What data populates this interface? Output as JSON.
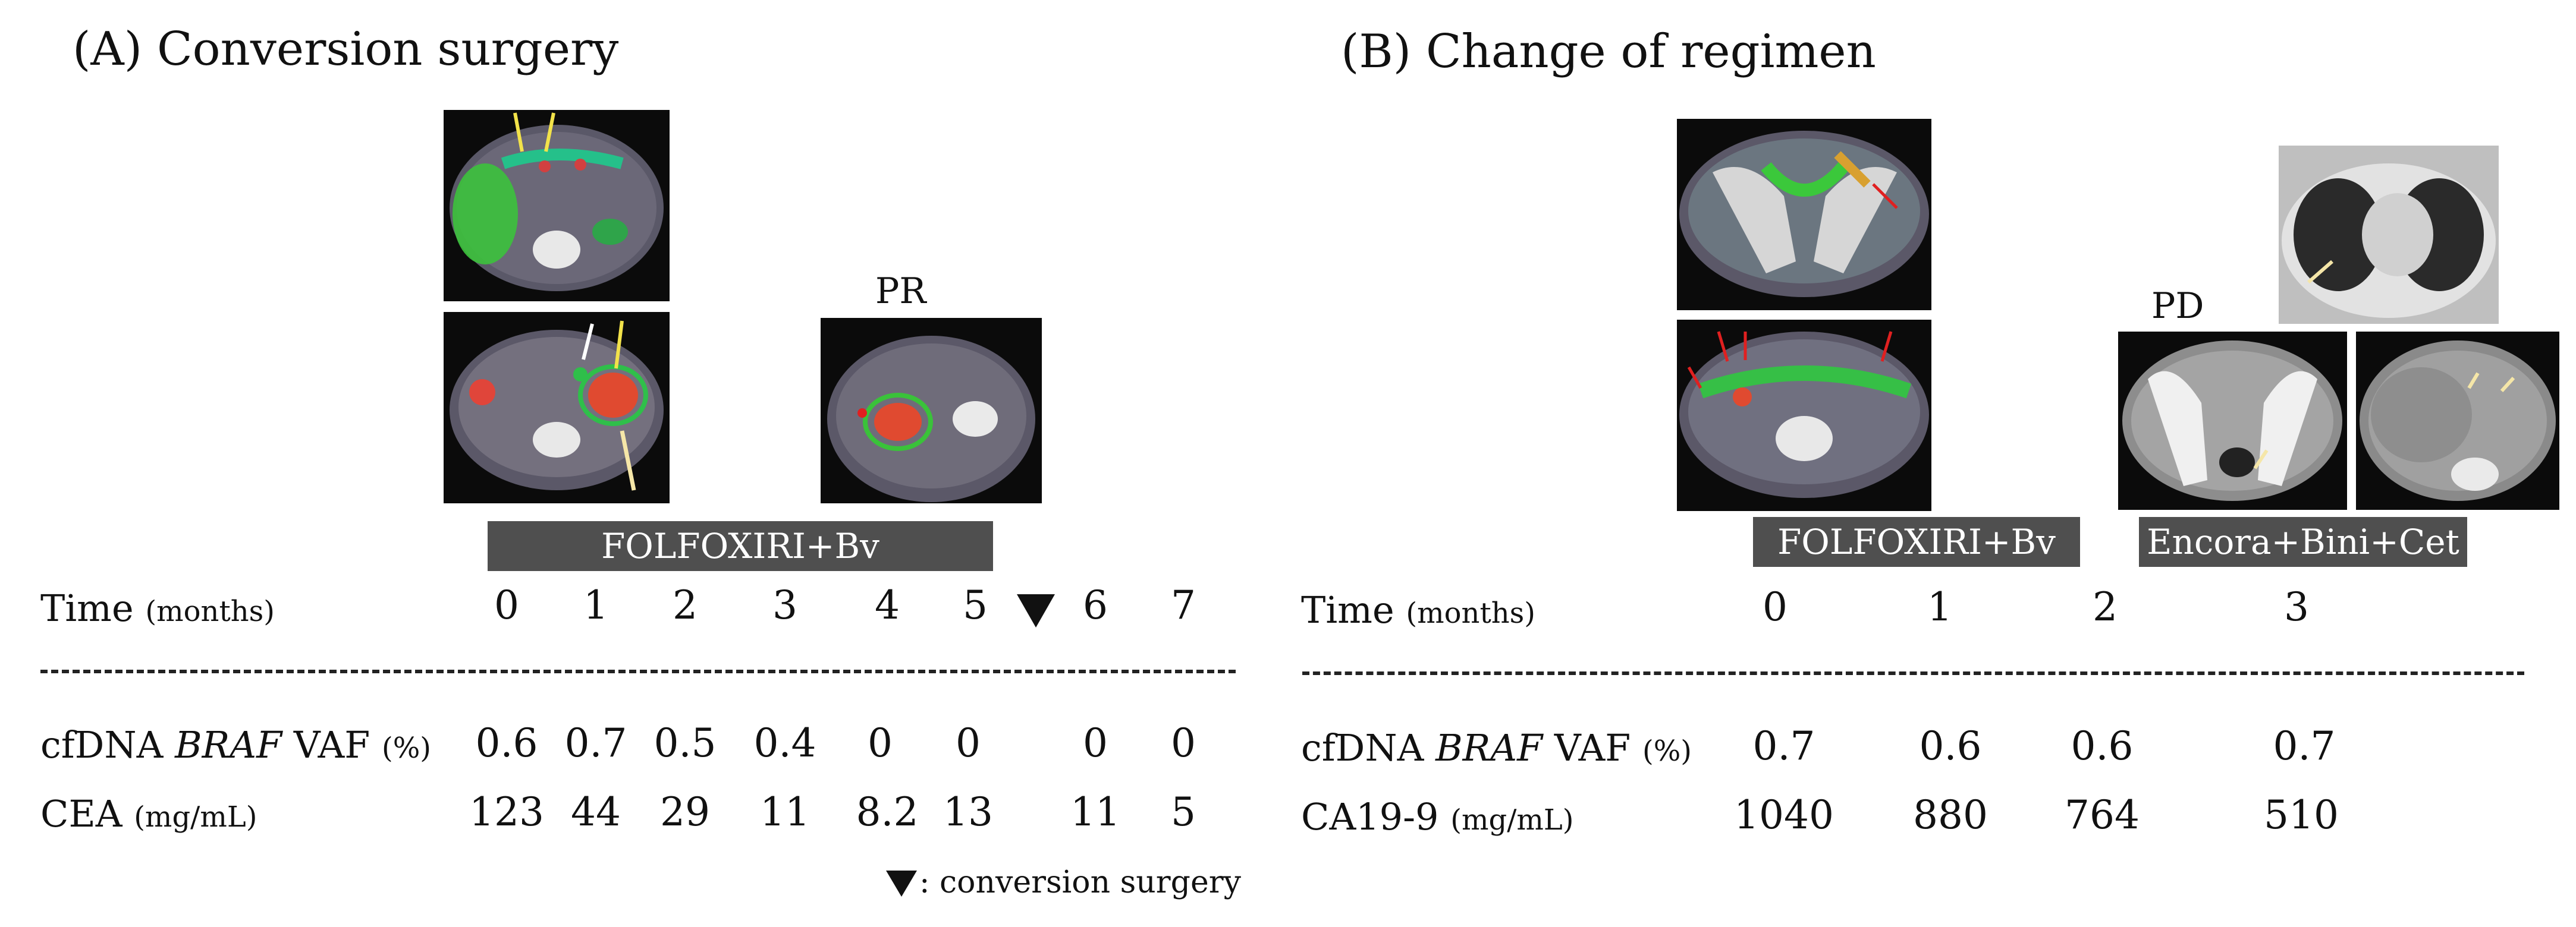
{
  "panelA": {
    "title": "(A) Conversion surgery",
    "pr_label": "PR",
    "regimen": "FOLFOXIRI+Bv",
    "time_label": "Time",
    "time_unit": "(months)",
    "months": [
      "0",
      "1",
      "2",
      "3",
      "4",
      "5",
      "6",
      "7"
    ],
    "vaf_label_prefix": "cfDNA ",
    "vaf_label_gene": "BRAF",
    "vaf_label_suffix": " VAF",
    "vaf_unit": "(%)",
    "vaf_values": [
      "0.6",
      "0.7",
      "0.5",
      "0.4",
      "0",
      "0",
      "0",
      "0"
    ],
    "cea_label": "CEA",
    "cea_unit": "(mg/mL)",
    "cea_values": [
      "123",
      "44",
      "29",
      "11",
      "8.2",
      "13",
      "11",
      "5"
    ],
    "legend_text": ": conversion surgery"
  },
  "panelB": {
    "title": "(B) Change of regimen",
    "pd_label": "PD",
    "regimen1": "FOLFOXIRI+Bv",
    "regimen2": "Encora+Bini+Cet",
    "time_label": "Time",
    "time_unit": "(months)",
    "months": [
      "0",
      "1",
      "2",
      "3"
    ],
    "vaf_label_prefix": "cfDNA ",
    "vaf_label_gene": "BRAF",
    "vaf_label_suffix": " VAF",
    "vaf_unit": "(%)",
    "vaf_values": [
      "0.7",
      "0.6",
      "0.6",
      "0.7"
    ],
    "ca199_label": "CA19-9",
    "ca199_unit": "(mg/mL)",
    "ca199_values": [
      "1040",
      "880",
      "764",
      "510"
    ]
  },
  "colors": {
    "bar": "#4f4f4f",
    "arrow_yellow": "#f2e24a",
    "arrow_red": "#e02020",
    "arrow_white": "#ffffff",
    "arrow_cream": "#f5e6a8"
  }
}
